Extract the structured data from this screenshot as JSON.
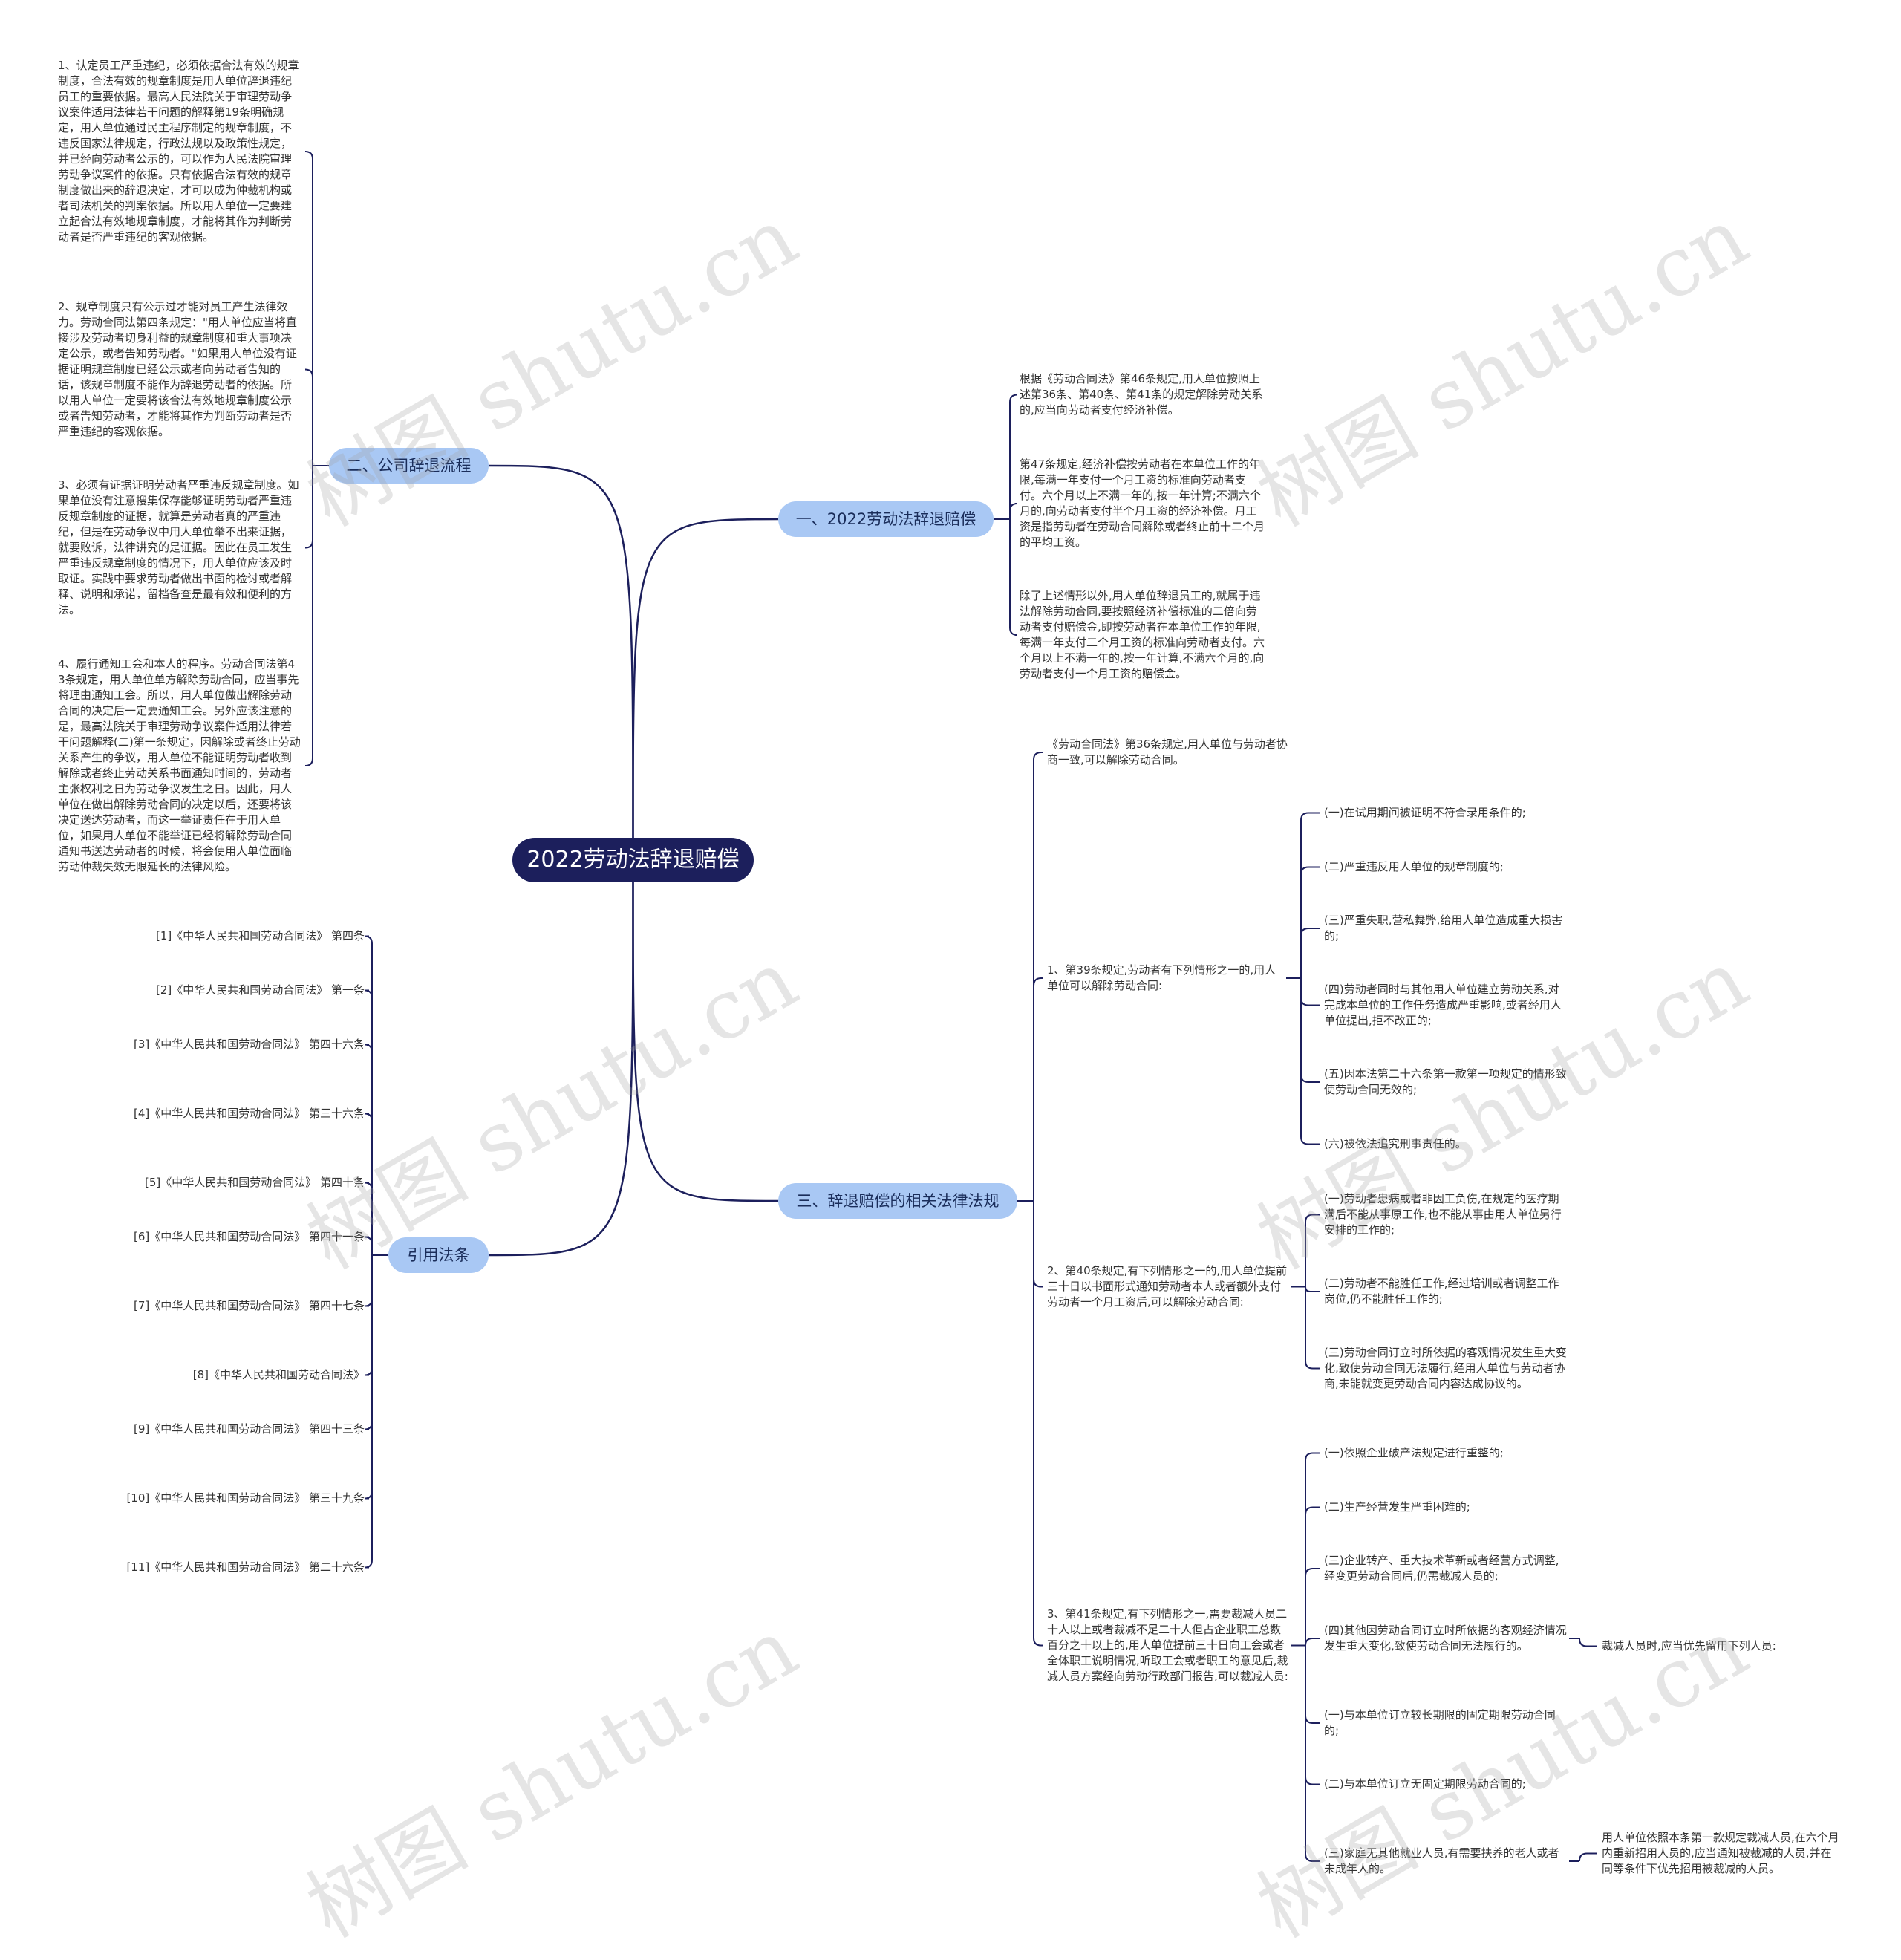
{
  "root": "2022劳动法辞退赔偿",
  "branches": {
    "b1": "一、2022劳动法辞退赔偿",
    "b2": "二、公司辞退流程",
    "b3": "三、辞退赔偿的相关法律法规",
    "b4": "引用法条"
  },
  "b1_items": [
    "根据《劳动合同法》第46条规定,用人单位按照上述第36条、第40条、第41条的规定解除劳动关系的,应当向劳动者支付经济补偿。",
    "第47条规定,经济补偿按劳动者在本单位工作的年限,每满一年支付一个月工资的标准向劳动者支付。六个月以上不满一年的,按一年计算;不满六个月的,向劳动者支付半个月工资的经济补偿。月工资是指劳动者在劳动合同解除或者终止前十二个月的平均工资。",
    "除了上述情形以外,用人单位辞退员工的,就属于违法解除劳动合同,要按照经济补偿标准的二倍向劳动者支付赔偿金,即按劳动者在本单位工作的年限,每满一年支付二个月工资的标准向劳动者支付。六个月以上不满一年的,按一年计算,不满六个月的,向劳动者支付一个月工资的赔偿金。"
  ],
  "b2_items": [
    "1、认定员工严重违纪，必须依据合法有效的规章制度，合法有效的规章制度是用人单位辞退违纪员工的重要依据。最高人民法院关于审理劳动争议案件适用法律若干问题的解释第19条明确规定，用人单位通过民主程序制定的规章制度，不违反国家法律规定，行政法规以及政策性规定，并已经向劳动者公示的，可以作为人民法院审理劳动争议案件的依据。只有依据合法有效的规章制度做出来的辞退决定，才可以成为仲裁机构或者司法机关的判案依据。所以用人单位一定要建立起合法有效地规章制度，才能将其作为判断劳动者是否严重违纪的客观依据。",
    "2、规章制度只有公示过才能对员工产生法律效力。劳动合同法第四条规定：\"用人单位应当将直接涉及劳动者切身利益的规章制度和重大事项决定公示，或者告知劳动者。\"如果用人单位没有证据证明规章制度已经公示或者向劳动者告知的话，该规章制度不能作为辞退劳动者的依据。所以用人单位一定要将该合法有效地规章制度公示或者告知劳动者，才能将其作为判断劳动者是否严重违纪的客观依据。",
    "3、必须有证据证明劳动者严重违反规章制度。如果单位没有注意搜集保存能够证明劳动者严重违反规章制度的证据，就算是劳动者真的严重违纪，但是在劳动争议中用人单位举不出来证据，就要败诉，法律讲究的是证据。因此在员工发生严重违反规章制度的情况下，用人单位应该及时取证。实践中要求劳动者做出书面的检讨或者解释、说明和承诺，留档备查是最有效和便利的方法。",
    "4、履行通知工会和本人的程序。劳动合同法第43条规定，用人单位单方解除劳动合同，应当事先将理由通知工会。所以，用人单位做出解除劳动合同的决定后一定要通知工会。另外应该注意的是，最高法院关于审理劳动争议案件适用法律若干问题解释(二)第一条规定，因解除或者终止劳动关系产生的争议，用人单位不能证明劳动者收到解除或者终止劳动关系书面通知时间的，劳动者主张权利之日为劳动争议发生之日。因此，用人单位在做出解除劳动合同的决定以后，还要将该决定送达劳动者，而这一举证责任在于用人单位，如果用人单位不能举证已经将解除劳动合同通知书送达劳动者的时候，将会使用人单位面临劳动仲裁失效无限延长的法律风险。"
  ],
  "b3_items": {
    "intro": "《劳动合同法》第36条规定,用人单位与劳动者协商一致,可以解除劳动合同。",
    "art39": "1、第39条规定,劳动者有下列情形之一的,用人单位可以解除劳动合同:",
    "art39_items": [
      "(一)在试用期间被证明不符合录用条件的;",
      "(二)严重违反用人单位的规章制度的;",
      "(三)严重失职,营私舞弊,给用人单位造成重大损害的;",
      "(四)劳动者同时与其他用人单位建立劳动关系,对完成本单位的工作任务造成严重影响,或者经用人单位提出,拒不改正的;",
      "(五)因本法第二十六条第一款第一项规定的情形致使劳动合同无效的;",
      "(六)被依法追究刑事责任的。"
    ],
    "art40": "2、第40条规定,有下列情形之一的,用人单位提前三十日以书面形式通知劳动者本人或者额外支付劳动者一个月工资后,可以解除劳动合同:",
    "art40_items": [
      "(一)劳动者患病或者非因工负伤,在规定的医疗期满后不能从事原工作,也不能从事由用人单位另行安排的工作的;",
      "(二)劳动者不能胜任工作,经过培训或者调整工作岗位,仍不能胜任工作的;",
      "(三)劳动合同订立时所依据的客观情况发生重大变化,致使劳动合同无法履行,经用人单位与劳动者协商,未能就变更劳动合同内容达成协议的。"
    ],
    "art41": "3、第41条规定,有下列情形之一,需要裁减人员二十人以上或者裁减不足二十人但占企业职工总数百分之十以上的,用人单位提前三十日向工会或者全体职工说明情况,听取工会或者职工的意见后,裁减人员方案经向劳动行政部门报告,可以裁减人员:",
    "art41_items": [
      "(一)依照企业破产法规定进行重整的;",
      "(二)生产经营发生严重困难的;",
      "(三)企业转产、重大技术革新或者经营方式调整,经变更劳动合同后,仍需裁减人员的;",
      "(四)其他因劳动合同订立时所依据的客观经济情况发生重大变化,致使劳动合同无法履行的。",
      "(一)与本单位订立较长期限的固定期限劳动合同的;",
      "(二)与本单位订立无固定期限劳动合同的;",
      "(三)家庭无其他就业人员,有需要扶养的老人或者未成年人的。"
    ],
    "art41_sub4": "裁减人员时,应当优先留用下列人员:",
    "art41_sub7": "用人单位依照本条第一款规定裁减人员,在六个月内重新招用人员的,应当通知被裁减的人员,并在同等条件下优先招用被裁减的人员。"
  },
  "b4_items": [
    "[1]《中华人民共和国劳动合同法》 第四条",
    "[2]《中华人民共和国劳动合同法》 第一条",
    "[3]《中华人民共和国劳动合同法》 第四十六条",
    "[4]《中华人民共和国劳动合同法》 第三十六条",
    "[5]《中华人民共和国劳动合同法》 第四十条",
    "[6]《中华人民共和国劳动合同法》 第四十一条",
    "[7]《中华人民共和国劳动合同法》 第四十七条",
    "[8]《中华人民共和国劳动合同法》",
    "[9]《中华人民共和国劳动合同法》 第四十三条",
    "[10]《中华人民共和国劳动合同法》 第三十九条",
    "[11]《中华人民共和国劳动合同法》 第二十六条"
  ],
  "watermark": "树图 shutu.cn",
  "colors": {
    "root_bg": "#1c1f5c",
    "branch_bg": "#a9c8f4",
    "edge": "#1c1f5c"
  }
}
